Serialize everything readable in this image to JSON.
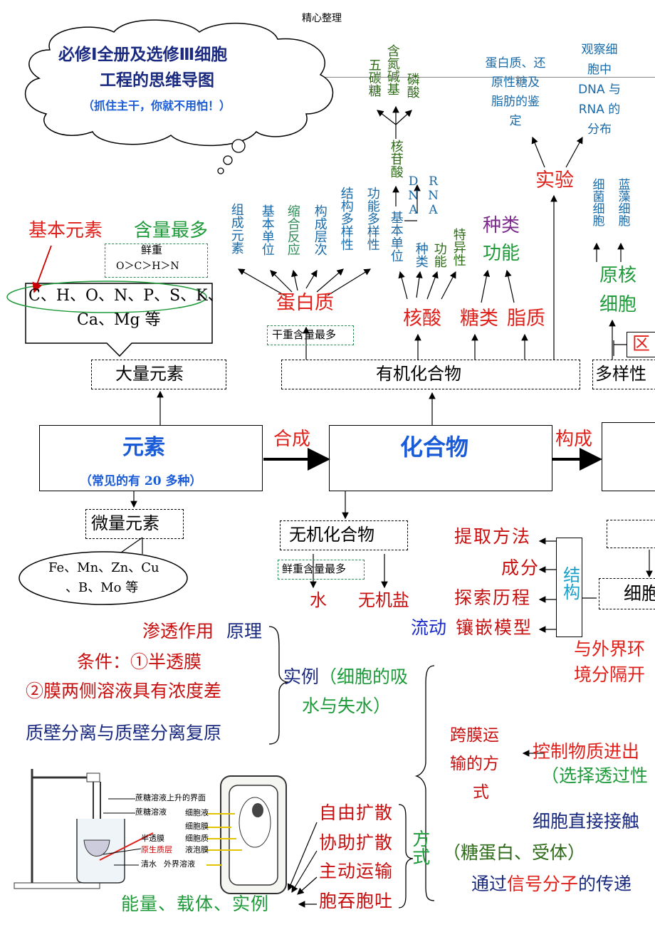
{
  "header": "精心整理",
  "cloud": {
    "title1": "必修Ⅰ全册及选修Ⅲ细胞",
    "title2": "工程的思维导图",
    "subtitle": "（抓住主干，你就不用怕！）"
  },
  "elements": {
    "basic_elements": "基本元素",
    "content_max": "含量最多",
    "fresh_weight": "鲜重",
    "order": "O＞C＞H＞N",
    "list1": "C、H、O、N、P、S、K、",
    "list2": "Ca、Mg 等",
    "macro": "大量元素",
    "main": "元素",
    "main_note": "（常见的有 20 多种）",
    "micro": "微量元素",
    "micro_list1": "Fe、Mn、Zn、Cu",
    "micro_list2": "、B、Mo 等"
  },
  "links": {
    "synth": "合成",
    "form": "构成"
  },
  "compound": {
    "main": "化合物",
    "organic": "有机化合物",
    "inorganic": "无机化合物",
    "fresh_most": "鲜重含量最多",
    "dry_most": "干重含量最多",
    "water": "水",
    "salt": "无机盐",
    "diversity": "多样性",
    "distinguish": "区"
  },
  "protein": {
    "name": "蛋白质",
    "branches": [
      "组成元素",
      "基本单位",
      "缩合反应",
      "构成层次",
      "结构多样性",
      "功能多样性"
    ]
  },
  "nucleic": {
    "name": "核酸",
    "unit": "基本单位",
    "nucleotide": "核苷酸",
    "parts": [
      "磷酸",
      "含氮碱基",
      "五碳糖"
    ],
    "kinds": [
      "种类",
      "DNA",
      "RNA"
    ],
    "function": "功能",
    "specificity": "特异性"
  },
  "sugar": {
    "name": "糖类",
    "kinds": "种类",
    "function": "功能"
  },
  "lipid": {
    "name": "脂质"
  },
  "experiment": {
    "name": "实验",
    "left": [
      "蛋白质、还",
      "原性糖及",
      "脂肪的鉴",
      "定"
    ],
    "right": [
      "观察细",
      "胞中",
      "DNA 与",
      "RNA 的",
      "分布"
    ]
  },
  "prokaryote": {
    "name1": "原核",
    "name2": "细胞",
    "bacteria": "细菌细胞",
    "cyano": "蓝藻细胞"
  },
  "membrane": {
    "structure": "结构",
    "items": [
      "提取方法",
      "成分",
      "探索历程",
      "镶嵌模型"
    ],
    "fluid": "流动",
    "separate1": "与外界环",
    "separate2": "境分隔开",
    "cell": "细胞",
    "control1": "控制物质进出",
    "control2": "（选择透过性",
    "contact": "细胞直接接触",
    "glyco": "（糖蛋白、受体）",
    "signal_pre": "通过",
    "signal_mid": "信号分子",
    "signal_post": "的传递"
  },
  "osmosis": {
    "name": "渗透作用",
    "principle": "原理",
    "condition": "条件：①半透膜",
    "condition2": "②膜两侧溶液具有浓度差",
    "plasmolysis": "质壁分离与质壁分离复原",
    "example1": "实例",
    "example2": "（细胞的吸",
    "example3": "水与失水）"
  },
  "transport": {
    "title1": "跨膜运",
    "title2": "输的方",
    "title3": "式",
    "methods": [
      "自由扩散",
      "协助扩散",
      "主动运输",
      "胞吞胞吐"
    ],
    "way": "方式",
    "factors": "能量、载体、实例"
  },
  "figure": {
    "labels": [
      "蔗糖溶液上升的界面",
      "蔗糖溶液",
      "半透膜",
      "原生质层",
      "清水",
      "细胞液",
      "细胞膜",
      "细胞质",
      "液泡膜",
      "外界溶液"
    ]
  }
}
